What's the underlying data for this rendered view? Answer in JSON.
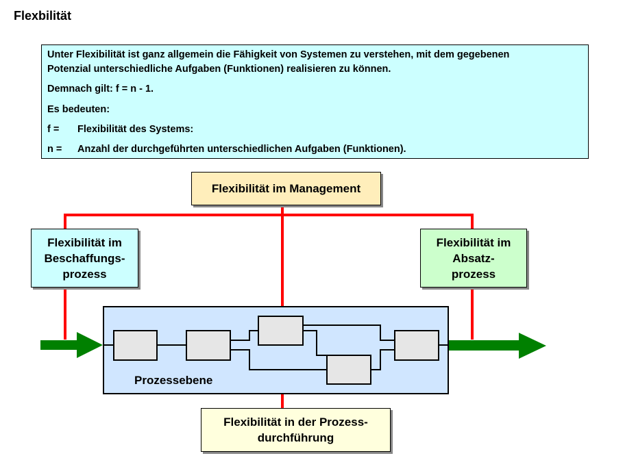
{
  "title": "Flexbilität",
  "definition": {
    "line1": "Unter Flexibilität ist ganz allgemein die Fähigkeit von Systemen zu verstehen, mit dem gegebenen",
    "line2": "Potenzial unterschiedliche Aufgaben (Funktionen) realisieren zu können.",
    "formula": "Demnach gilt:  f = n - 1.",
    "meaning_intro": "Es bedeuten:",
    "terms": [
      {
        "symbol": "f =",
        "text": "Flexibilität des Systems:"
      },
      {
        "symbol": "n =",
        "text": "Anzahl der durchgeführten unterschiedlichen Aufgaben (Funktionen)."
      }
    ]
  },
  "diagram": {
    "management": "Flexibilität im Management",
    "beschaffung": [
      "Flexibilität im",
      "Beschaffungs-",
      "prozess"
    ],
    "absatz": [
      "Flexibilität im",
      "Absatz-",
      "prozess"
    ],
    "prozessebene": "Prozessebene",
    "durchfuehrung": [
      "Flexibilität in der Prozess-",
      "durchführung"
    ],
    "colors": {
      "connector": "#ff0000",
      "flow_arrow": "#008000",
      "definition_bg": "#ccffff",
      "management_bg": "#ffeebb",
      "beschaffung_bg": "#ccffff",
      "absatz_bg": "#ccffcc",
      "prozess_bg": "#d0e6ff",
      "step_bg": "#e6e6e6",
      "durchfuehrung_bg": "#ffffdd"
    }
  }
}
